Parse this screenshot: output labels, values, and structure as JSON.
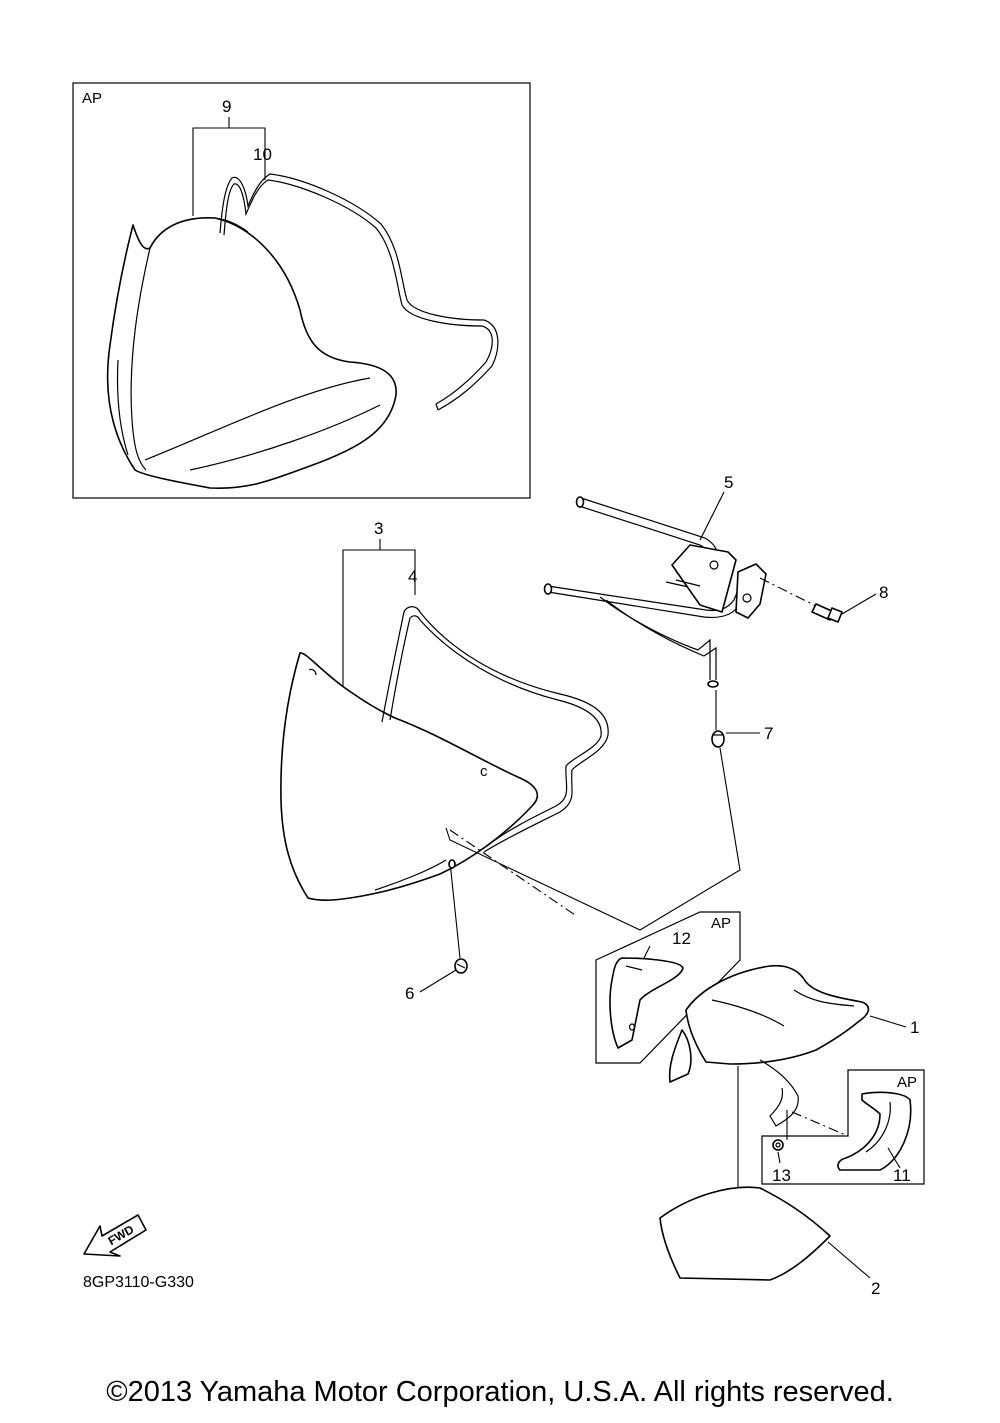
{
  "diagram_code": "8GP3110-G330",
  "copyright": "©2013 Yamaha Motor Corporation, U.S.A. All rights reserved.",
  "fwd_label": "FWD",
  "ap_label": "AP",
  "part_numbers": {
    "p1": "1",
    "p2": "2",
    "p3": "3",
    "p4": "4",
    "p5": "5",
    "p6": "6",
    "p7": "7",
    "p8": "8",
    "p9": "9",
    "p10": "10",
    "p11": "11",
    "p12": "12",
    "p13": "13"
  }
}
